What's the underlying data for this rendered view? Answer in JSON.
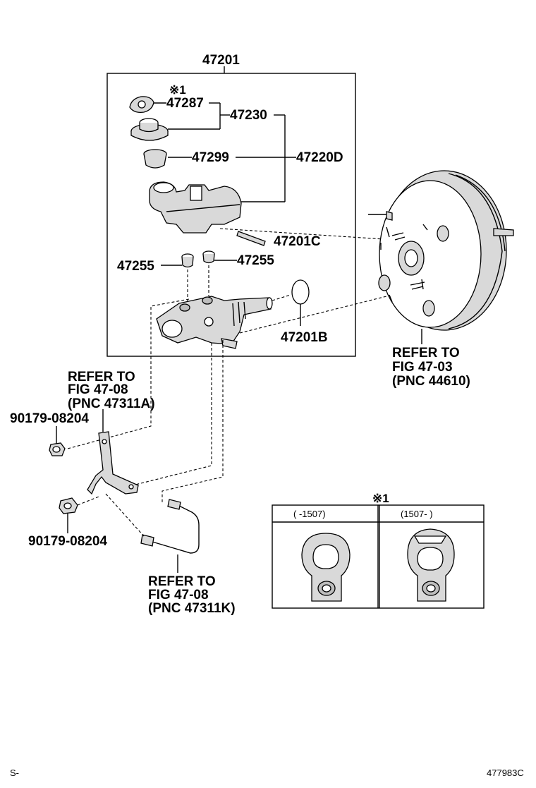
{
  "title_number": "47201",
  "parts": {
    "p47287": "47287",
    "p47230": "47230",
    "p47299": "47299",
    "p47220D": "47220D",
    "p47201C": "47201C",
    "p47255_left": "47255",
    "p47255_right": "47255",
    "p47201B": "47201B",
    "p90179_top": "90179-08204",
    "p90179_bottom": "90179-08204"
  },
  "note_mark": "※1",
  "refs": {
    "booster": [
      "REFER TO",
      "FIG 47-03",
      "(PNC 44610)"
    ],
    "bracket": [
      "REFER TO",
      "FIG 47-08",
      "(PNC 47311A)"
    ],
    "pipe": [
      "REFER TO",
      "FIG 47-08",
      "(PNC 47311K)"
    ]
  },
  "inset": {
    "mark": "※1",
    "left_header": "(      -1507)",
    "right_header": "(1507-      )"
  },
  "footer": {
    "left": "S-",
    "right": "477983C"
  }
}
